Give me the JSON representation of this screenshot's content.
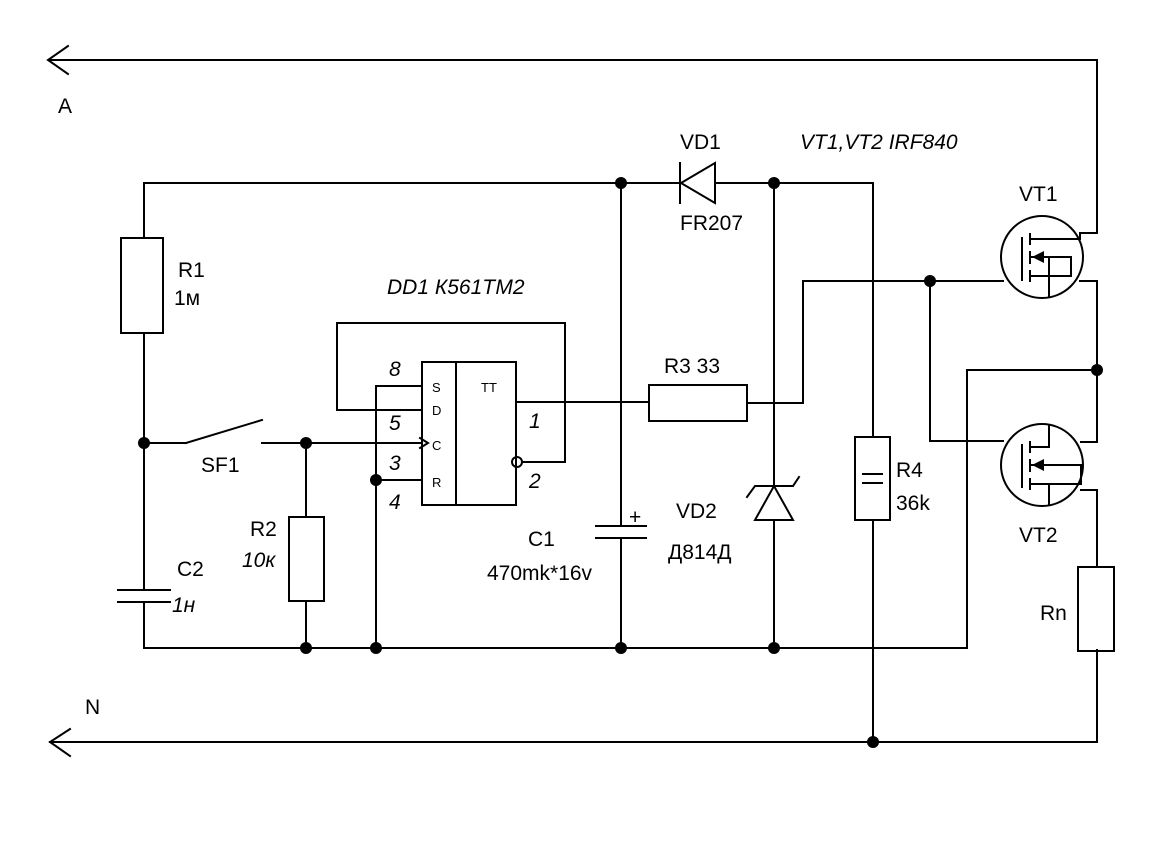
{
  "terminals": {
    "a": "A",
    "n": "N"
  },
  "title": "VT1,VT2  IRF840",
  "chip": {
    "name": "DD1 К561ТМ2",
    "pin_s": "S",
    "pin_d": "D",
    "pin_c": "C",
    "pin_r": "R",
    "type": "TT",
    "pin8": "8",
    "pin5": "5",
    "pin3": "3",
    "pin4": "4",
    "pin1": "1",
    "pin2": "2"
  },
  "r1": {
    "ref": "R1",
    "val": "1м"
  },
  "r2": {
    "ref": "R2",
    "val": "10к"
  },
  "r3": {
    "label": "R3 33"
  },
  "r4": {
    "ref": "R4",
    "val": "36k"
  },
  "c1": {
    "ref": "C1",
    "val": "470mk*16v",
    "plus": "+"
  },
  "c2": {
    "ref": "C2",
    "val": "1н"
  },
  "sf1": {
    "ref": "SF1"
  },
  "vd1": {
    "ref": "VD1",
    "val": "FR207"
  },
  "vd2": {
    "ref": "VD2",
    "val": "Д814Д"
  },
  "vt1": {
    "ref": "VT1"
  },
  "vt2": {
    "ref": "VT2"
  },
  "rn": {
    "ref": "Rn"
  }
}
